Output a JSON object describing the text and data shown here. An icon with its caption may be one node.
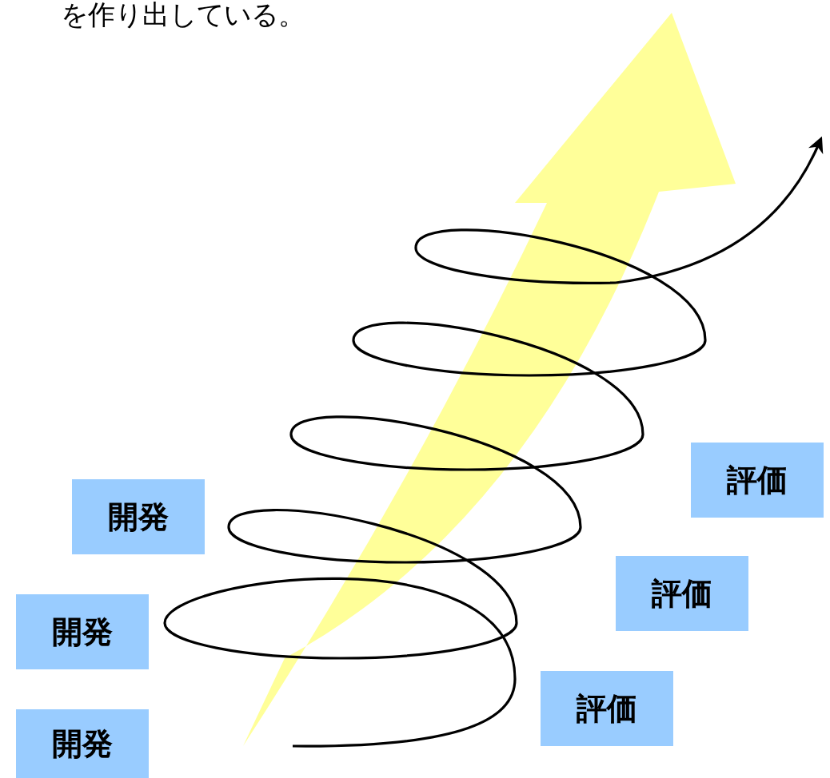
{
  "diagram": {
    "nodes": [
      {
        "text": [
          "開発"
        ]
      },
      {
        "text": [
          "評価"
        ]
      },
      {
        "text": [
          "開発"
        ]
      },
      {
        "text": [
          "評価"
        ]
      },
      {
        "text": [
          "開発"
        ]
      },
      {
        "text": [
          "評価"
        ]
      }
    ],
    "labels": [
      "を作り出している。"
    ]
  }
}
